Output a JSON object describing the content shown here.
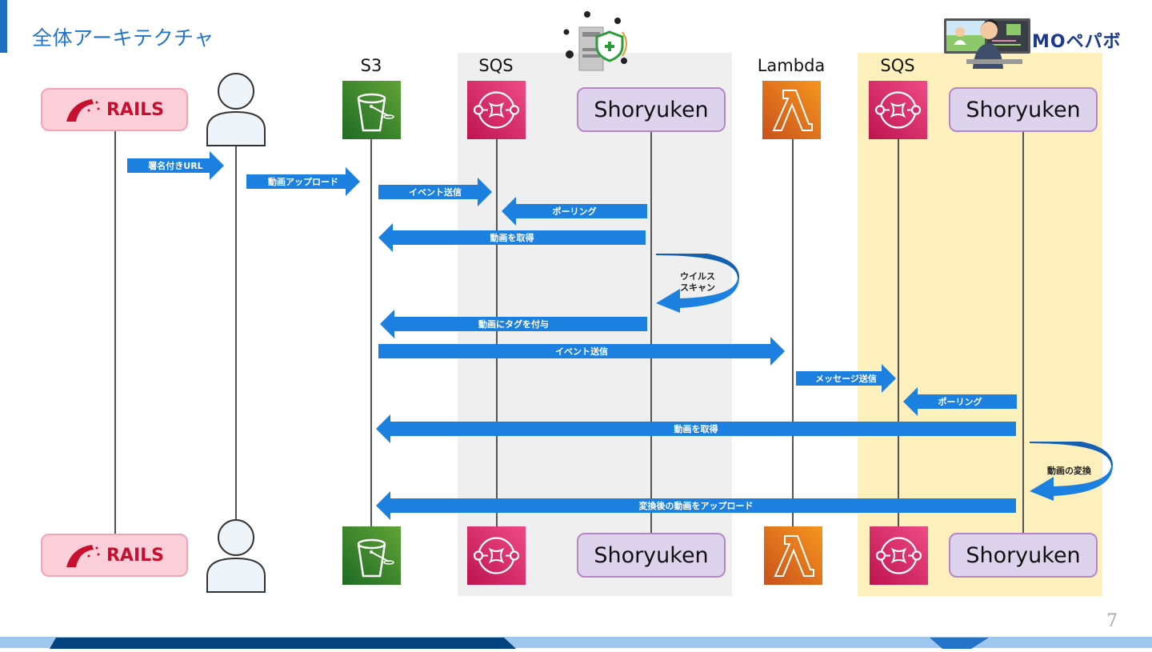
{
  "header": {
    "title": "全体アーキテクチャ",
    "logo_text": "MOペパボ"
  },
  "participants": [
    {
      "id": "rails",
      "label": "RAILS",
      "kind": "rails-logo"
    },
    {
      "id": "user",
      "label": "",
      "kind": "user-icon"
    },
    {
      "id": "s3",
      "label": "S3",
      "kind": "aws-s3"
    },
    {
      "id": "sqs1",
      "label": "SQS",
      "kind": "aws-sqs"
    },
    {
      "id": "shoryuken1",
      "label": "Shoryuken",
      "kind": "worker"
    },
    {
      "id": "lambda",
      "label": "Lambda",
      "kind": "aws-lambda"
    },
    {
      "id": "sqs2",
      "label": "SQS",
      "kind": "aws-sqs"
    },
    {
      "id": "shoryuken2",
      "label": "Shoryuken",
      "kind": "worker"
    }
  ],
  "messages": [
    {
      "from": "rails",
      "to": "user",
      "label": "署名付きURL"
    },
    {
      "from": "user",
      "to": "s3",
      "label": "動画アップロード"
    },
    {
      "from": "s3",
      "to": "sqs1",
      "label": "イベント送信"
    },
    {
      "from": "shoryuken1",
      "to": "sqs1",
      "label": "ポーリング"
    },
    {
      "from": "shoryuken1",
      "to": "s3",
      "label": "動画を取得"
    },
    {
      "from": "shoryuken1",
      "to": "shoryuken1",
      "label": "ウイルス\nスキャン",
      "self": true
    },
    {
      "from": "shoryuken1",
      "to": "s3",
      "label": "動画にタグを付与"
    },
    {
      "from": "s3",
      "to": "lambda",
      "label": "イベント送信"
    },
    {
      "from": "lambda",
      "to": "sqs2",
      "label": "メッセージ送信"
    },
    {
      "from": "shoryuken2",
      "to": "sqs2",
      "label": "ポーリング"
    },
    {
      "from": "shoryuken2",
      "to": "s3",
      "label": "動画を取得"
    },
    {
      "from": "shoryuken2",
      "to": "shoryuken2",
      "label": "動画の変換",
      "self": true
    },
    {
      "from": "shoryuken2",
      "to": "s3",
      "label": "変換後の動画をアップロード"
    }
  ],
  "colors": {
    "accent": "#1f6fc5",
    "arrow": "#1b80e0",
    "gray_band": "#efefef",
    "yellow_band": "#fdf0bc",
    "rails_bg": "#fbcfd9",
    "worker_bg": "#ddd3ec",
    "footer_dark": "#03427d",
    "footer_light": "#9dc7ec"
  },
  "footer": {
    "page_number": "7"
  }
}
